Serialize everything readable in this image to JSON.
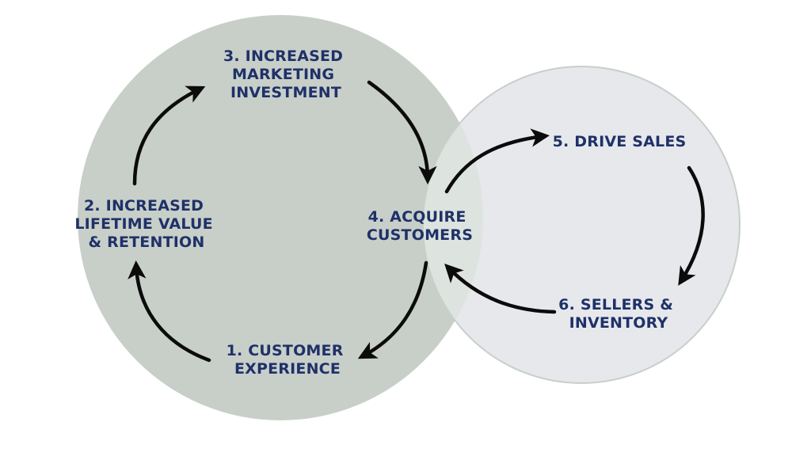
{
  "diagram": {
    "colors": {
      "left_circle_fill": "#c8cfc9",
      "right_circle_fill": "#e6e8ec",
      "overlap_fill": "#dde3de",
      "right_circle_stroke": "#c8cfc9",
      "text": "#1f3168",
      "arrow": "#0b0b0b"
    },
    "nodes": {
      "step1": {
        "lines": [
          "1. CUSTOMER",
          "EXPERIENCE"
        ]
      },
      "step2": {
        "lines": [
          "2. INCREASED",
          "LIFETIME VALUE",
          "& RETENTION"
        ]
      },
      "step3": {
        "lines": [
          "3. INCREASED",
          "MARKETING",
          "INVESTMENT"
        ]
      },
      "step4": {
        "lines": [
          "4. ACQUIRE",
          "CUSTOMERS"
        ]
      },
      "step5": {
        "lines": [
          "5. DRIVE SALES"
        ]
      },
      "step6": {
        "lines": [
          "6. SELLERS &",
          "INVENTORY"
        ]
      }
    }
  }
}
